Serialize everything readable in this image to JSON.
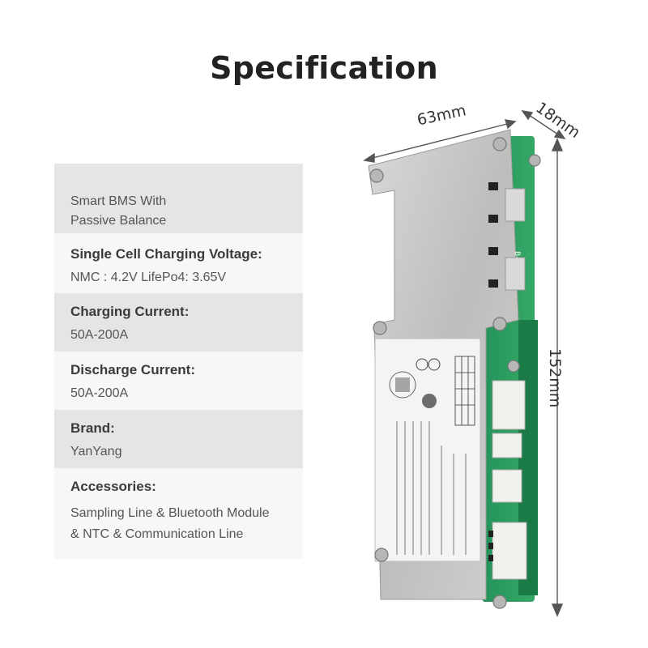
{
  "title": "Specification",
  "specs": [
    {
      "label": "",
      "value_lines": [
        "Smart BMS With",
        "Passive Balance"
      ]
    },
    {
      "label": "Single Cell Charging Voltage:",
      "value_lines": [
        "NMC : 4.2V LifePo4: 3.65V"
      ]
    },
    {
      "label": "Charging Current:",
      "value_lines": [
        "50A-200A"
      ]
    },
    {
      "label": "Discharge Current:",
      "value_lines": [
        "50A-200A"
      ]
    },
    {
      "label": "Brand:",
      "value_lines": [
        "YanYang"
      ]
    },
    {
      "label": "Accessories:",
      "value_lines": [
        "Sampling Line & Bluetooth Module",
        "& NTC & Communication Line"
      ]
    }
  ],
  "dimensions": {
    "width": "63mm",
    "depth": "18mm",
    "length": "152mm"
  },
  "colors": {
    "table_shade": "#e5e5e5",
    "table_light": "#f7f7f7",
    "pcb_green": "#2e9e5a",
    "metal_plate": "#c9c9c7"
  }
}
